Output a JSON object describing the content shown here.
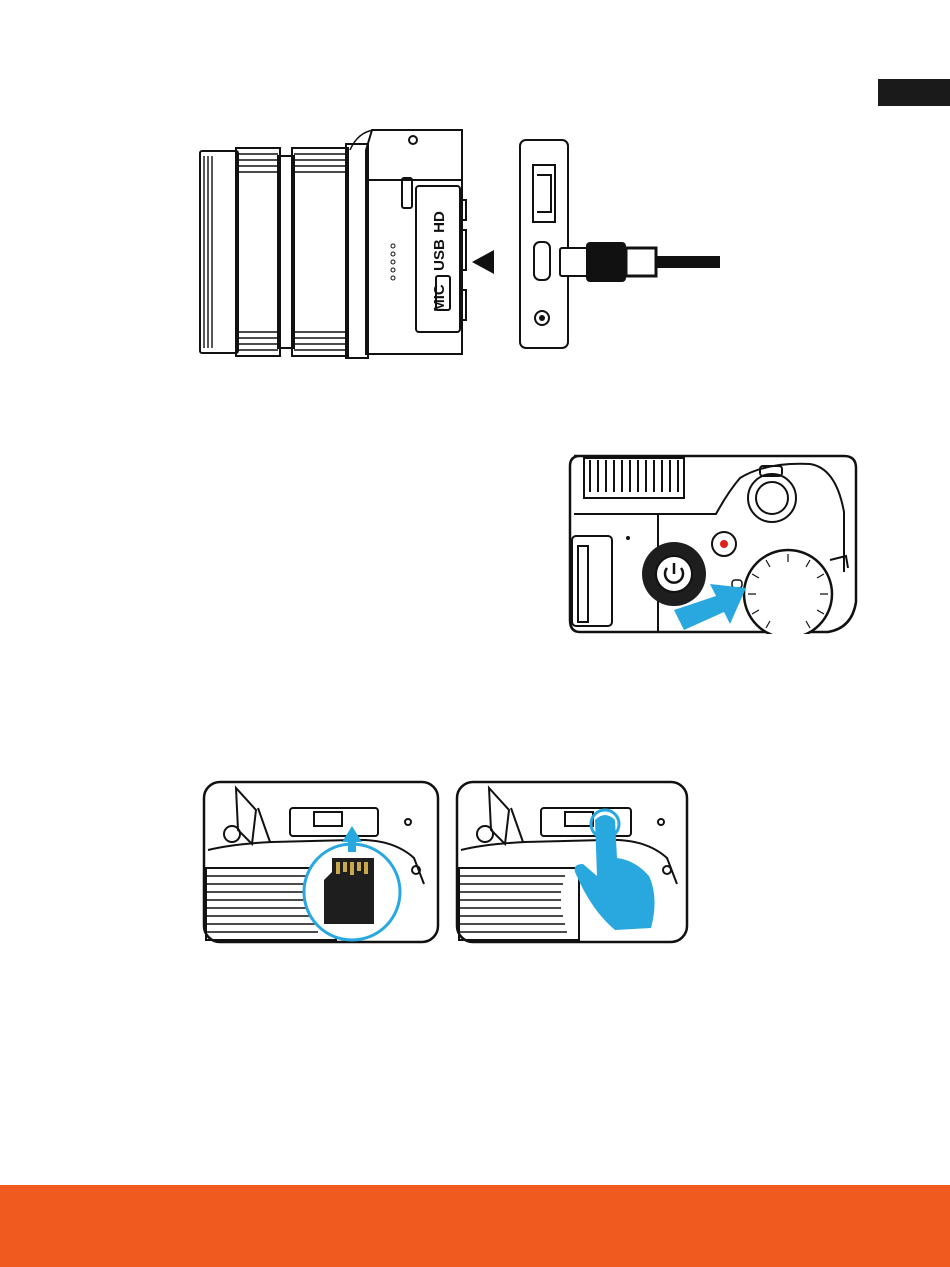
{
  "page": {
    "colors": {
      "footer_band": "#F05A1E",
      "tab_marker": "#1A1A1A",
      "highlight": "#29A8E0",
      "record_dot": "#E0201C",
      "microsd_card": "#1E1E1E",
      "card_contacts": "#C9A84A"
    }
  },
  "figure_usb": {
    "port_labels": {
      "hd": "HD",
      "usb": "USB",
      "mic": "MIC"
    },
    "icon": "arrow-left-icon"
  },
  "figure_power": {
    "icons": [
      "power-icon",
      "arrow-icon"
    ]
  },
  "figure_sd": {
    "icons": [
      "microsd-card-icon",
      "arrow-up-icon",
      "finger-press-icon"
    ]
  }
}
